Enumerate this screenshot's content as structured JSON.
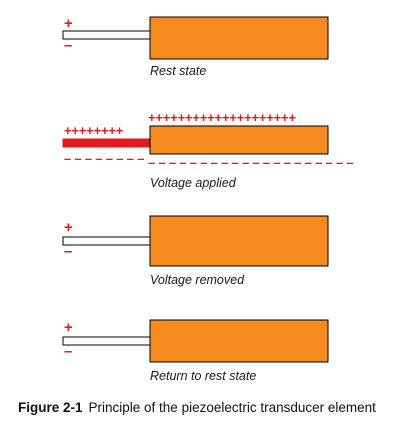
{
  "colors": {
    "element_fill": "#f58a1f",
    "element_stroke": "#000000",
    "charge": "#e11b22",
    "electrode_fill": "#ffffff",
    "electrode_active": "#e11b22"
  },
  "states": [
    {
      "caption": "Rest state",
      "plus": "+",
      "minus": "–",
      "active": false
    },
    {
      "caption": "Voltage applied",
      "plus": "++++++++",
      "minus": "– – – – – – – –",
      "top_charges": "++++++++++++++++++++",
      "bottom_charges": "– – – – – – – – – – – – – – – – – – – –",
      "active": true
    },
    {
      "caption": "Voltage removed",
      "plus": "+",
      "minus": "–",
      "active": false
    },
    {
      "caption": "Return to rest state",
      "plus": "+",
      "minus": "–",
      "active": false
    }
  ],
  "figure": {
    "label": "Figure 2-1",
    "text": "Principle of the piezoelectric transducer element"
  }
}
